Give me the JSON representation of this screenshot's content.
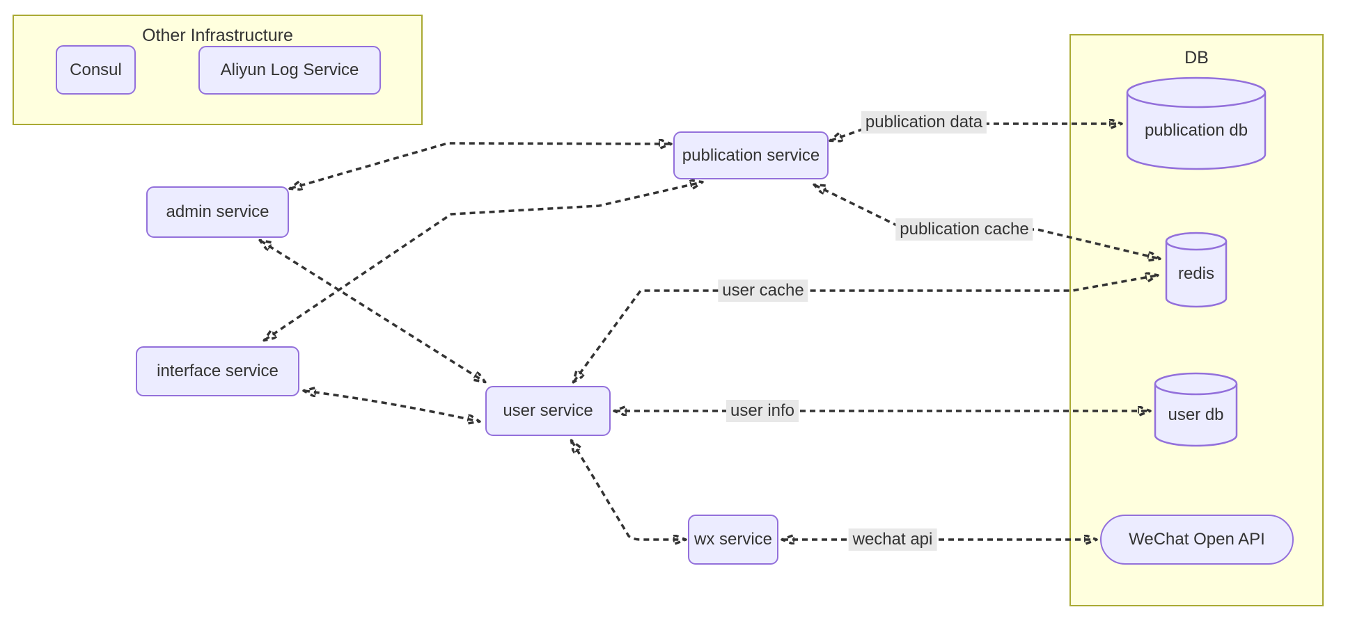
{
  "diagram": {
    "type": "flowchart",
    "colors": {
      "node_fill": "#ECECFF",
      "node_border": "#9370DB",
      "cluster_fill": "#ffffde",
      "cluster_border": "#aaaa33",
      "edge_color": "#333333",
      "edge_label_bg": "#e8e8e8",
      "text_color": "#333333",
      "background": "#ffffff"
    },
    "clusters": [
      {
        "id": "other-infrastructure",
        "title": "Other Infrastructure"
      },
      {
        "id": "db",
        "title": "DB"
      }
    ],
    "nodes": [
      {
        "id": "consul",
        "label": "Consul",
        "shape": "rect",
        "cluster": "other-infrastructure"
      },
      {
        "id": "aliyun-log-service",
        "label": "Aliyun Log Service",
        "shape": "rect",
        "cluster": "other-infrastructure"
      },
      {
        "id": "admin-service",
        "label": "admin service",
        "shape": "rect",
        "cluster": null
      },
      {
        "id": "interface-service",
        "label": "interface service",
        "shape": "rect",
        "cluster": null
      },
      {
        "id": "publication-service",
        "label": "publication service",
        "shape": "rect",
        "cluster": null
      },
      {
        "id": "user-service",
        "label": "user service",
        "shape": "rect",
        "cluster": null
      },
      {
        "id": "wx-service",
        "label": "wx service",
        "shape": "rect",
        "cluster": null
      },
      {
        "id": "publication-db",
        "label": "publication db",
        "shape": "cylinder",
        "cluster": "db"
      },
      {
        "id": "redis",
        "label": "redis",
        "shape": "cylinder",
        "cluster": "db"
      },
      {
        "id": "user-db",
        "label": "user db",
        "shape": "cylinder",
        "cluster": "db"
      },
      {
        "id": "wechat-open-api",
        "label": "WeChat Open API",
        "shape": "stadium",
        "cluster": "db"
      }
    ],
    "edges": [
      {
        "from": "admin-service",
        "to": "publication-service",
        "label": "",
        "style": "dashed",
        "bidirectional": true
      },
      {
        "from": "admin-service",
        "to": "user-service",
        "label": "",
        "style": "dashed",
        "bidirectional": true
      },
      {
        "from": "interface-service",
        "to": "publication-service",
        "label": "",
        "style": "dashed",
        "bidirectional": true
      },
      {
        "from": "interface-service",
        "to": "user-service",
        "label": "",
        "style": "dashed",
        "bidirectional": true
      },
      {
        "from": "user-service",
        "to": "wx-service",
        "label": "",
        "style": "dashed",
        "bidirectional": true
      },
      {
        "from": "publication-service",
        "to": "publication-db",
        "label": "publication data",
        "style": "dashed",
        "bidirectional": true
      },
      {
        "from": "publication-service",
        "to": "redis",
        "label": "publication cache",
        "style": "dashed",
        "bidirectional": true
      },
      {
        "from": "user-service",
        "to": "redis",
        "label": "user cache",
        "style": "dashed",
        "bidirectional": true
      },
      {
        "from": "user-service",
        "to": "user-db",
        "label": "user info",
        "style": "dashed",
        "bidirectional": true
      },
      {
        "from": "wx-service",
        "to": "wechat-open-api",
        "label": "wechat api",
        "style": "dashed",
        "bidirectional": true
      }
    ]
  }
}
